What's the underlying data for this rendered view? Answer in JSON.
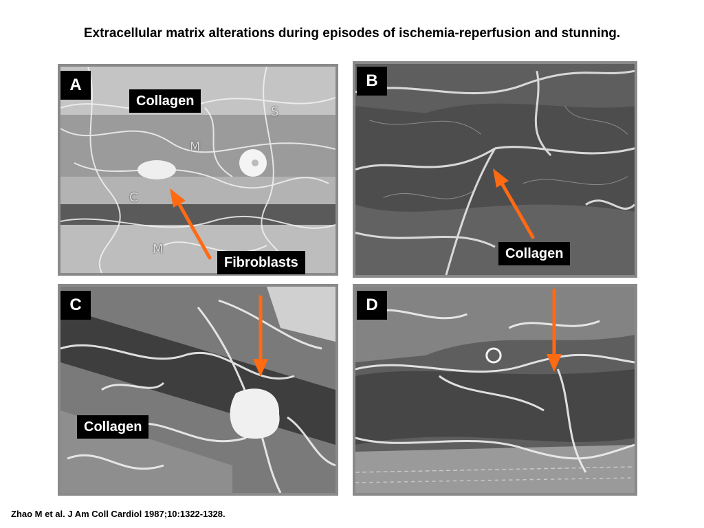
{
  "title": "Extracellular matrix alterations during episodes of ischemia-reperfusion and stunning.",
  "citation": "Zhao M et al. J Am Coll Cardiol 1987;10:1322-1328.",
  "colors": {
    "arrow": "#ff6a13",
    "frame": "#8a8a8a",
    "label_bg": "#000000"
  },
  "panels": {
    "a": {
      "letter": "A",
      "labels": [
        "Collagen",
        "Fibroblasts"
      ],
      "micro": [
        "S",
        "M",
        "C",
        "M"
      ]
    },
    "b": {
      "letter": "B",
      "labels": [
        "Collagen"
      ]
    },
    "c": {
      "letter": "C",
      "labels": [
        "Collagen"
      ]
    },
    "d": {
      "letter": "D",
      "labels": []
    }
  }
}
